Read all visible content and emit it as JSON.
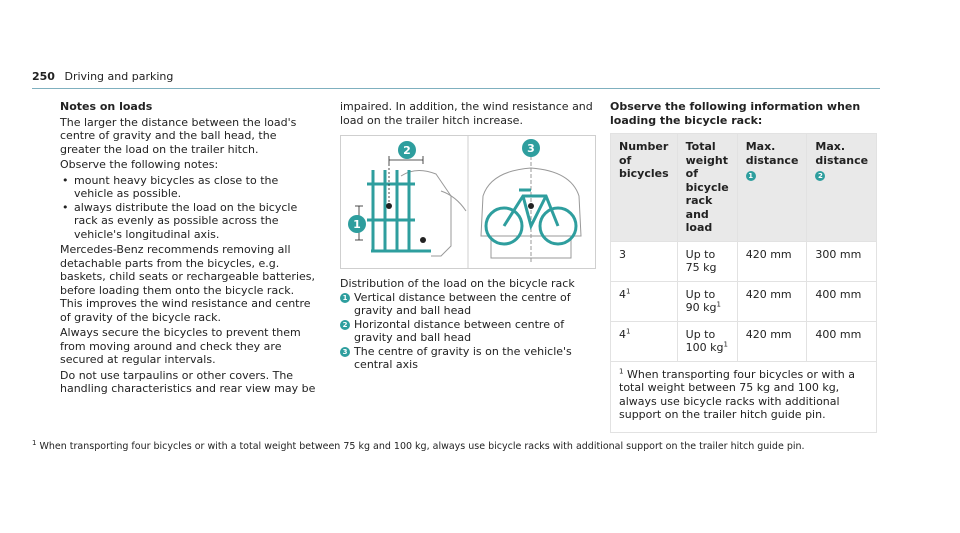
{
  "header": {
    "page_number": "250",
    "title": "Driving and parking"
  },
  "notes": {
    "heading": "Notes on loads",
    "intro": "The larger the distance between the load's centre of gravity and the ball head, the greater the load on the trailer hitch.",
    "observe": "Observe the following notes:",
    "bullets": [
      "mount heavy bicycles as close to the vehicle as possible.",
      "always distribute the load on the bicycle rack as evenly as possible across the vehicle's longitudinal axis."
    ],
    "para_mb": "Mercedes-Benz recommends removing all detachable parts from the bicycles, e.g. baskets, child seats or rechargeable batteries, before loading them onto the bicycle rack. This improves the wind resistance and centre of gravity of the bicycle rack.",
    "para_secure": "Always secure the bicycles to prevent them from moving around and check they are secured at regular intervals.",
    "para_covers_start": "Do not use tarpaulins or other covers. The handling characteristics and rear view may be",
    "para_covers_end": "impaired. In addition, the wind resistance and load on the trailer hitch increase."
  },
  "figure": {
    "caption": "Distribution of the load on the bicycle rack",
    "callouts": [
      "1",
      "2",
      "3"
    ],
    "legend": [
      {
        "num": "1",
        "text": "Vertical distance between the centre of gravity and ball head"
      },
      {
        "num": "2",
        "text": "Horizontal distance between centre of gravity and ball head"
      },
      {
        "num": "3",
        "text": "The centre of gravity is on the vehicle's central axis"
      }
    ]
  },
  "table": {
    "heading": "Observe the following information when loading the bicycle rack:",
    "headers": [
      "Number of bicycles",
      "Total weight of bicycle rack and load",
      "Max. distance",
      "Max. distance"
    ],
    "header_badges": [
      "1",
      "2"
    ],
    "rows": [
      {
        "n": "3",
        "sup": "",
        "w": "Up to 75 kg",
        "wsup": "",
        "d1": "420 mm",
        "d2": "300 mm"
      },
      {
        "n": "4",
        "sup": "1",
        "w": "Up to 90 kg",
        "wsup": "1",
        "d1": "420 mm",
        "d2": "400 mm"
      },
      {
        "n": "4",
        "sup": "1",
        "w": "Up to 100 kg",
        "wsup": "1",
        "d1": "420 mm",
        "d2": "400 mm"
      }
    ],
    "footnote_mark": "1",
    "footnote": "When transporting four bicycles or with a total weight between 75 kg and 100 kg, always use bicycle racks with additional support on the trailer hitch guide pin."
  },
  "bottom_footnote": {
    "mark": "1",
    "text": "When transporting four bicycles or with a total weight between 75 kg and 100 kg, always use bicycle racks with additional support on the trailer hitch guide pin."
  },
  "colors": {
    "accent": "#2e9e9e",
    "rule": "#7fb0bf",
    "table_header": "#e9e9e9"
  }
}
